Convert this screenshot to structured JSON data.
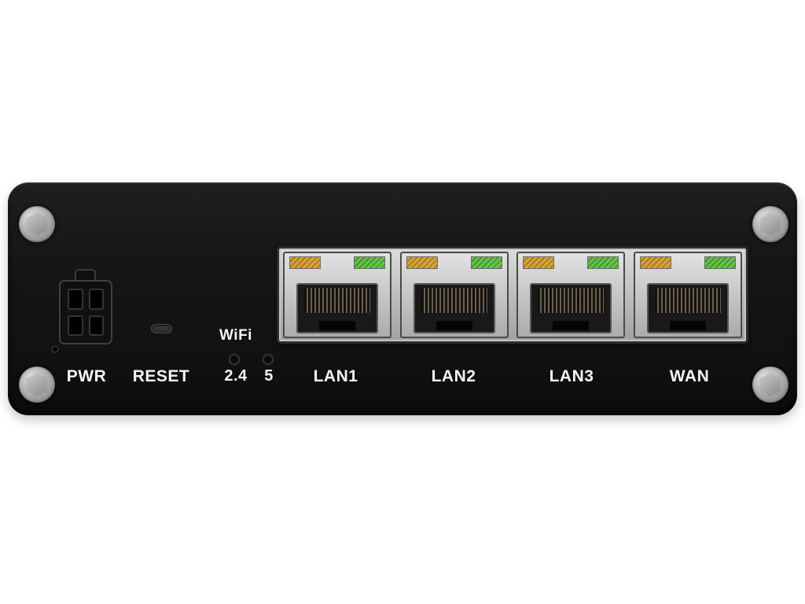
{
  "panel": {
    "labels": {
      "pwr": "PWR",
      "reset": "RESET",
      "wifi": "WiFi",
      "wifi_24": "2.4",
      "wifi_5": "5"
    },
    "ports": [
      {
        "label": "LAN1",
        "led_left": "orange",
        "led_right": "green"
      },
      {
        "label": "LAN2",
        "led_left": "orange",
        "led_right": "green"
      },
      {
        "label": "LAN3",
        "led_left": "orange",
        "led_right": "green"
      },
      {
        "label": "WAN",
        "led_left": "orange",
        "led_right": "green"
      }
    ],
    "colors": {
      "panel_black": "#141414",
      "label_white": "#f5f5f5",
      "led_orange": "#d8a43c",
      "led_green": "#6cc24a",
      "bezel_metal": "#c4c4c4"
    }
  }
}
